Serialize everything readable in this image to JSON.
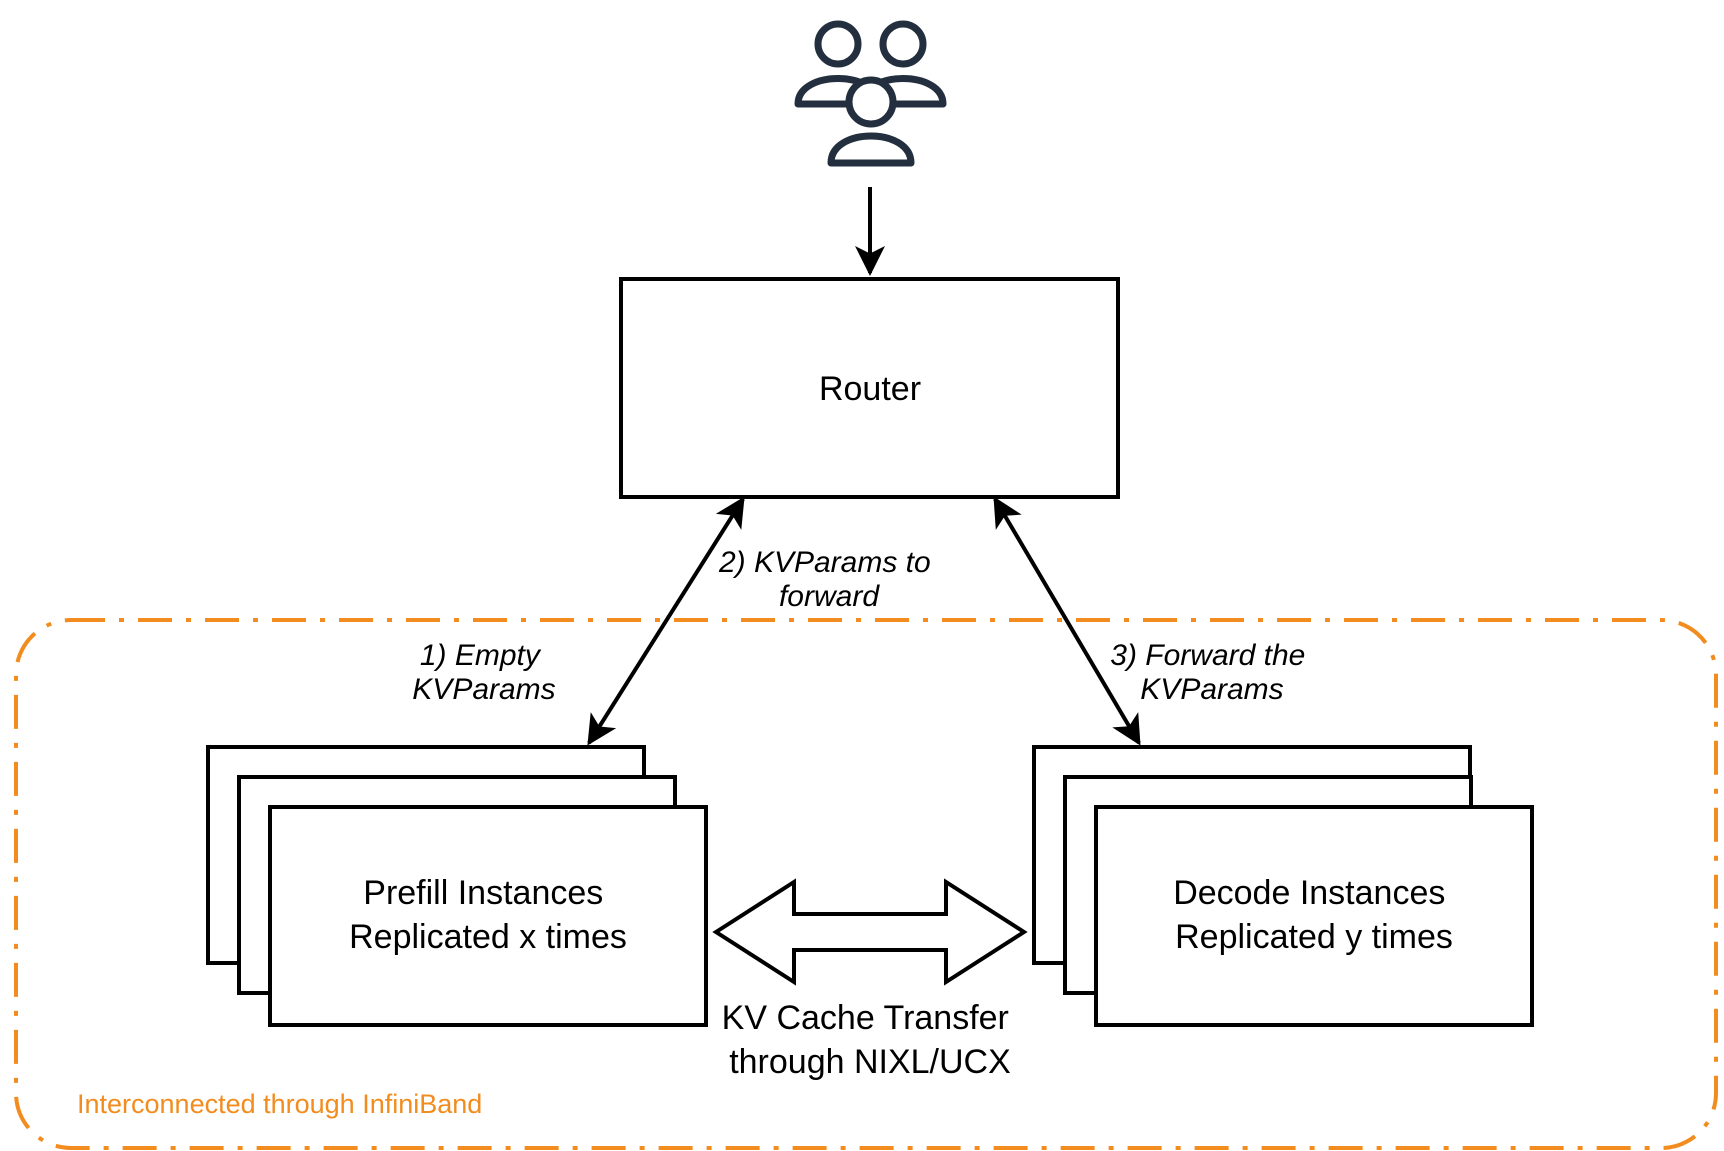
{
  "colors": {
    "zone": "#f28c1e",
    "stroke": "#000000",
    "icon": "#232f3e",
    "background": "#ffffff"
  },
  "icons": {
    "users": "users-group-icon"
  },
  "nodes": {
    "router": {
      "label": "Router"
    },
    "prefill": {
      "line1": "Prefill Instances",
      "line2": "Replicated x times"
    },
    "decode": {
      "line1": "Decode Instances",
      "line2": "Replicated y times"
    }
  },
  "edges": {
    "empty_kvparams": {
      "line1": "1) Empty",
      "line2": "KVParams"
    },
    "kvparams_forward": {
      "line1": "2) KVParams to",
      "line2": "forward"
    },
    "forward_kvparams": {
      "line1": "3) Forward the",
      "line2": "KVParams"
    },
    "kv_transfer": {
      "line1": "KV Cache Transfer",
      "line2": "through NIXL/UCX"
    }
  },
  "zone": {
    "label": "Interconnected through InfiniBand"
  }
}
